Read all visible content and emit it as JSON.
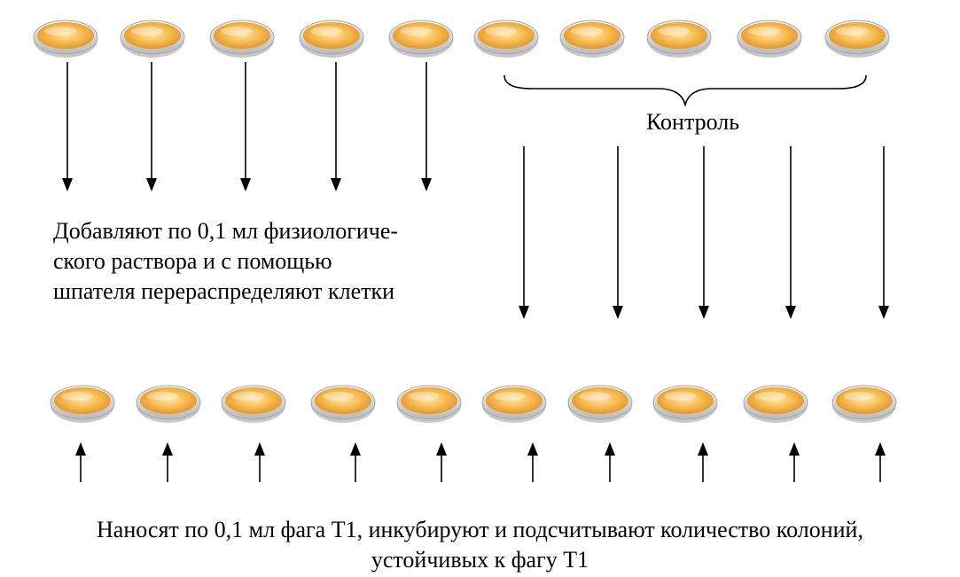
{
  "top_row": {
    "dish_count": 10,
    "down_arrow_count": 5
  },
  "control": {
    "label": "Контроль",
    "down_arrow_count": 5
  },
  "middle_note": {
    "lines": [
      "Добавляют по 0,1 мл физиологиче-",
      "ского раствора и с помощью",
      "шпателя перераспределяют клетки"
    ]
  },
  "bottom_row": {
    "dish_count": 10,
    "up_arrow_count": 10
  },
  "caption": {
    "lines": [
      "Наносят по 0,1 мл фага Т1, инкубируют и подсчитывают количество колоний,",
      "устойчивых к фагу Т1"
    ]
  },
  "colors": {
    "dish_fill": "#f2a93b",
    "dish_rim": "#9a9a9a",
    "arrow": "#000000"
  }
}
